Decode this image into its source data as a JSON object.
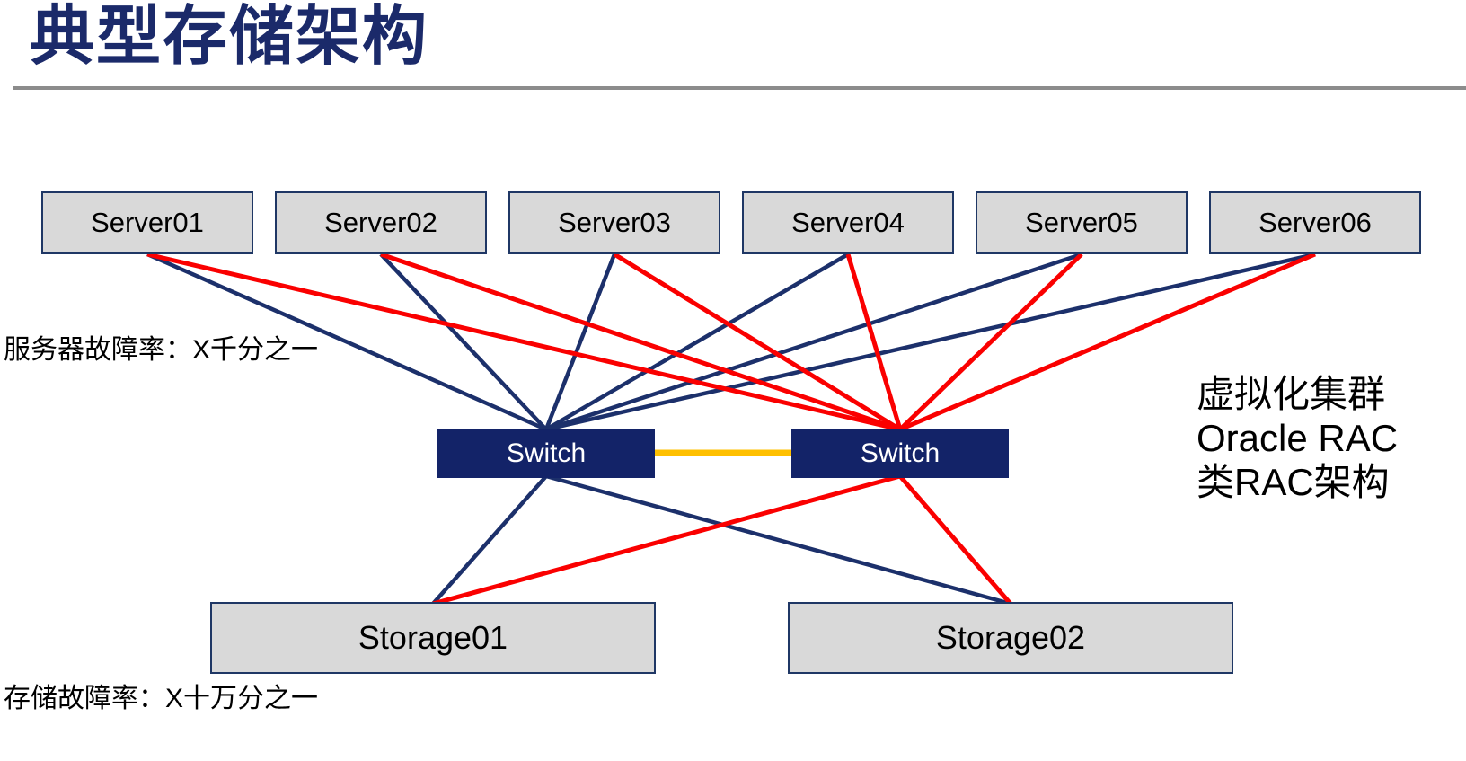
{
  "slide": {
    "title": "典型存储架构",
    "notes": {
      "server_failure_rate": "服务器故障率：X千分之一",
      "storage_failure_rate": "存储故障率：X十万分之一",
      "cluster_note_lines": [
        "虚拟化集群",
        "Oracle RAC",
        "类RAC架构"
      ]
    }
  },
  "nodes": {
    "servers": [
      {
        "label": "Server01"
      },
      {
        "label": "Server02"
      },
      {
        "label": "Server03"
      },
      {
        "label": "Server04"
      },
      {
        "label": "Server05"
      },
      {
        "label": "Server06"
      }
    ],
    "switches": [
      {
        "label": "Switch"
      },
      {
        "label": "Switch"
      }
    ],
    "storages": [
      {
        "label": "Storage01"
      },
      {
        "label": "Storage02"
      }
    ]
  },
  "links": [
    {
      "a": "server-0",
      "b": "switch-0-top",
      "color": "blue"
    },
    {
      "a": "server-1",
      "b": "switch-0-top",
      "color": "blue"
    },
    {
      "a": "server-2",
      "b": "switch-0-top",
      "color": "blue"
    },
    {
      "a": "server-3",
      "b": "switch-0-top",
      "color": "blue"
    },
    {
      "a": "server-4",
      "b": "switch-0-top",
      "color": "blue"
    },
    {
      "a": "server-5",
      "b": "switch-0-top",
      "color": "blue"
    },
    {
      "a": "server-0",
      "b": "switch-1-top",
      "color": "red"
    },
    {
      "a": "server-1",
      "b": "switch-1-top",
      "color": "red"
    },
    {
      "a": "server-2",
      "b": "switch-1-top",
      "color": "red"
    },
    {
      "a": "server-3",
      "b": "switch-1-top",
      "color": "red"
    },
    {
      "a": "server-4",
      "b": "switch-1-top",
      "color": "red"
    },
    {
      "a": "server-5",
      "b": "switch-1-top",
      "color": "red"
    },
    {
      "a": "switch-0-right",
      "b": "switch-1-left",
      "color": "orange"
    },
    {
      "a": "switch-0-bottom",
      "b": "storage-0-top",
      "color": "blue"
    },
    {
      "a": "switch-0-bottom",
      "b": "storage-1-top",
      "color": "blue"
    },
    {
      "a": "switch-1-bottom",
      "b": "storage-0-top",
      "color": "red"
    },
    {
      "a": "switch-1-bottom",
      "b": "storage-1-top",
      "color": "red"
    }
  ],
  "colors": {
    "title_navy": "#1b2a6a",
    "node_border_navy": "#1f3765",
    "switch_fill_navy": "#132368",
    "node_fill_gray": "#d9d9d9",
    "link_blue": "#1c306b",
    "link_red": "#fa0000",
    "link_orange": "#ffc000",
    "divider_gray": "#8c8c8c",
    "text_black": "#000000"
  }
}
